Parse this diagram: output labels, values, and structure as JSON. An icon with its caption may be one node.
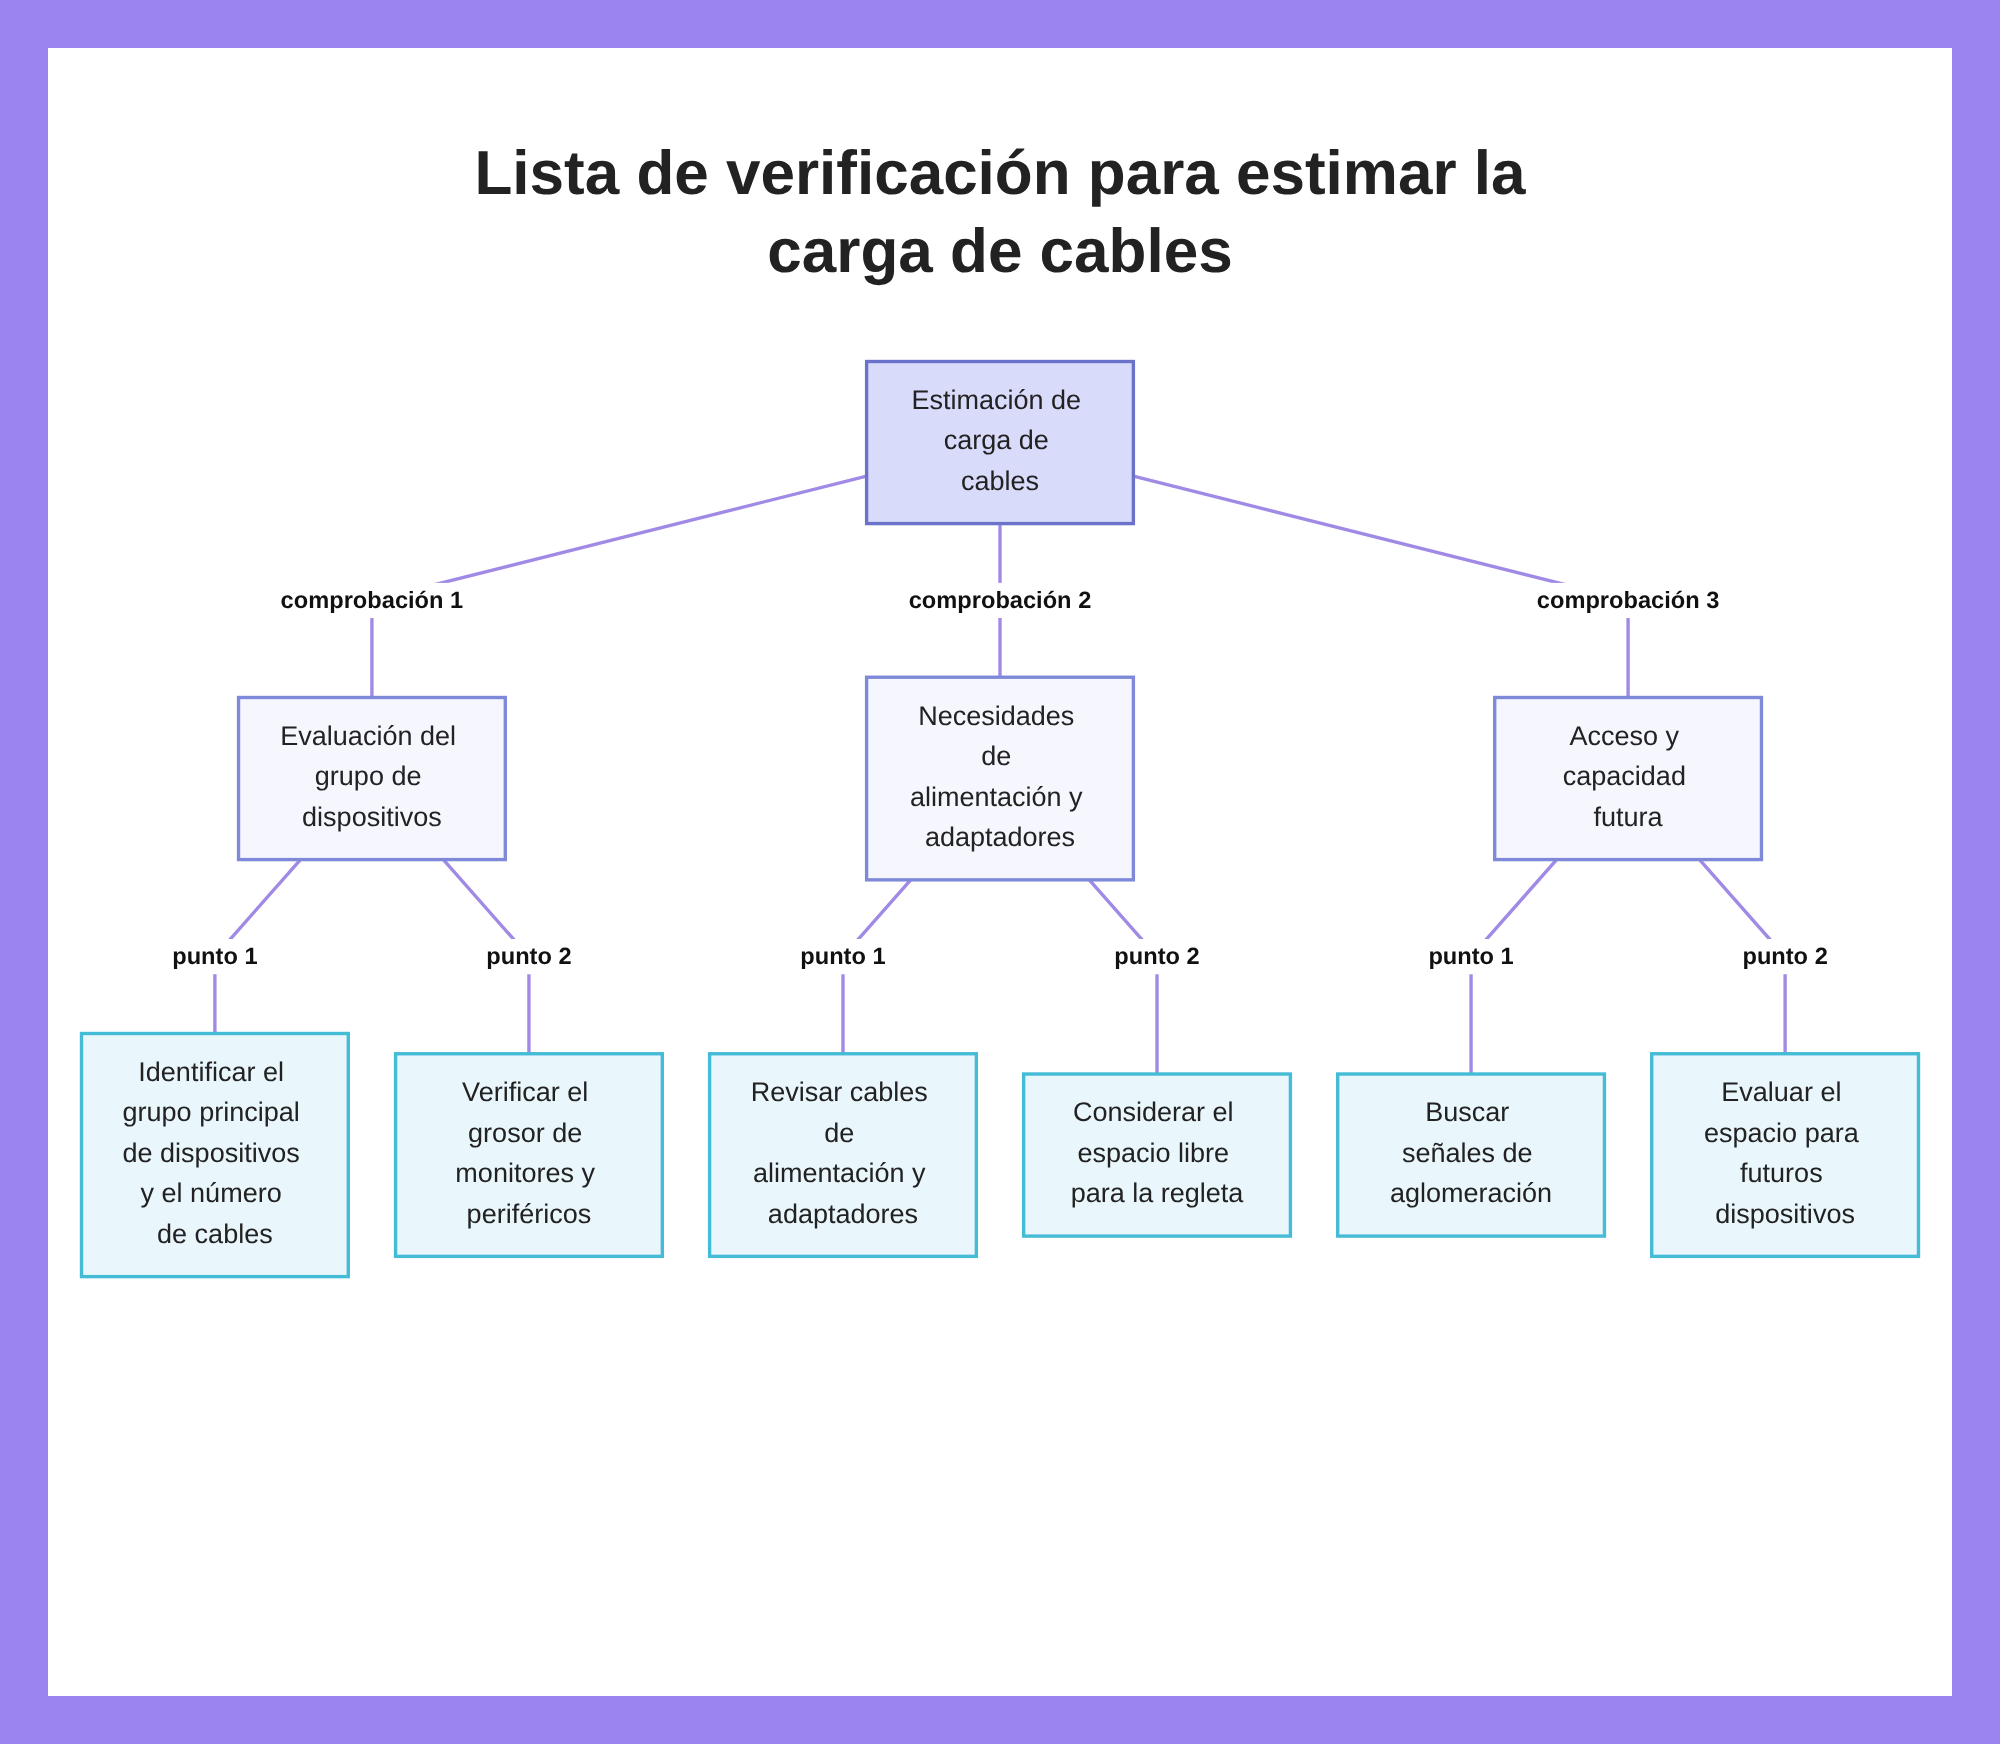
{
  "diagram": {
    "title": "Lista de verificación para estimar la carga de cables",
    "nodes": [
      {
        "text": [
          "Estimación de carga de cables"
        ]
      },
      {
        "text": [
          "Evaluación del grupo de dispositivos"
        ]
      },
      {
        "text": [
          "Necesidades de alimentación y adaptadores"
        ]
      },
      {
        "text": [
          "Acceso y capacidad futura"
        ]
      },
      {
        "text": [
          "Identificar el grupo principal de dispositivos y el número de cables"
        ]
      },
      {
        "text": [
          "Verificar el grosor de monitores y periféricos"
        ]
      },
      {
        "text": [
          "Revisar cables de alimentación y adaptadores"
        ]
      },
      {
        "text": [
          "Considerar el espacio libre para la regleta"
        ]
      },
      {
        "text": [
          "Buscar señales de aglomeración"
        ]
      },
      {
        "text": [
          "Evaluar el espacio para futuros dispositivos"
        ]
      }
    ],
    "edges": [
      {
        "from": 0,
        "to": 1,
        "arrow": "none",
        "label": "comprobación 1"
      },
      {
        "from": 0,
        "to": 2,
        "arrow": "none",
        "label": "comprobación 2"
      },
      {
        "from": 0,
        "to": 3,
        "arrow": "none",
        "label": "comprobación 3"
      },
      {
        "from": 1,
        "to": 4,
        "arrow": "none",
        "label": "punto 1"
      },
      {
        "from": 1,
        "to": 5,
        "arrow": "none",
        "label": "punto 2"
      },
      {
        "from": 2,
        "to": 6,
        "arrow": "none",
        "label": "punto 1"
      },
      {
        "from": 2,
        "to": 7,
        "arrow": "none",
        "label": "punto 2"
      },
      {
        "from": 3,
        "to": 8,
        "arrow": "none",
        "label": "punto 1"
      },
      {
        "from": 3,
        "to": 9,
        "arrow": "none",
        "label": "punto 2"
      }
    ]
  }
}
